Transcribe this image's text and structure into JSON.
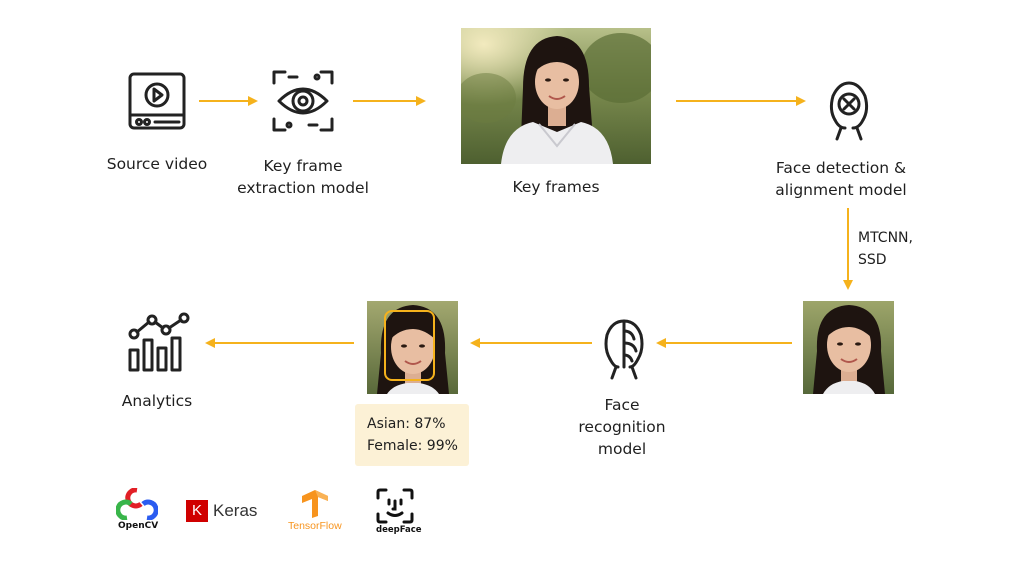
{
  "nodes": {
    "source_video": {
      "label": "Source video",
      "icon": "video-player-icon"
    },
    "key_frame_extraction": {
      "label_lines": [
        "Key frame",
        "extraction model"
      ],
      "icon": "eye-scan-icon"
    },
    "key_frames": {
      "label": "Key frames"
    },
    "face_detection": {
      "label_lines": [
        "Face detection &",
        "alignment model"
      ],
      "icon": "face-scan-icon"
    },
    "face_recognition": {
      "label_lines": [
        "Face",
        "recognition",
        "model"
      ],
      "icon": "brain-head-icon"
    },
    "analytics": {
      "label": "Analytics",
      "icon": "analytics-chart-icon"
    }
  },
  "edge_labels": {
    "detection_methods": [
      "MTCNN,",
      "SSD"
    ]
  },
  "result": {
    "lines": [
      "Asian: 87%",
      "Female: 99%"
    ]
  },
  "logos": {
    "opencv": "OpenCV",
    "keras_mark": "K",
    "keras": "Keras",
    "tensorflow": "TensorFlow",
    "deepface": "deepFace"
  },
  "colors": {
    "arrow": "#f5b21c",
    "icon": "#222222",
    "result_bg": "#fcf1d6",
    "face_box": "#f5b21c",
    "keras_red": "#d00000",
    "tensorflow_orange": "#f7941e"
  }
}
